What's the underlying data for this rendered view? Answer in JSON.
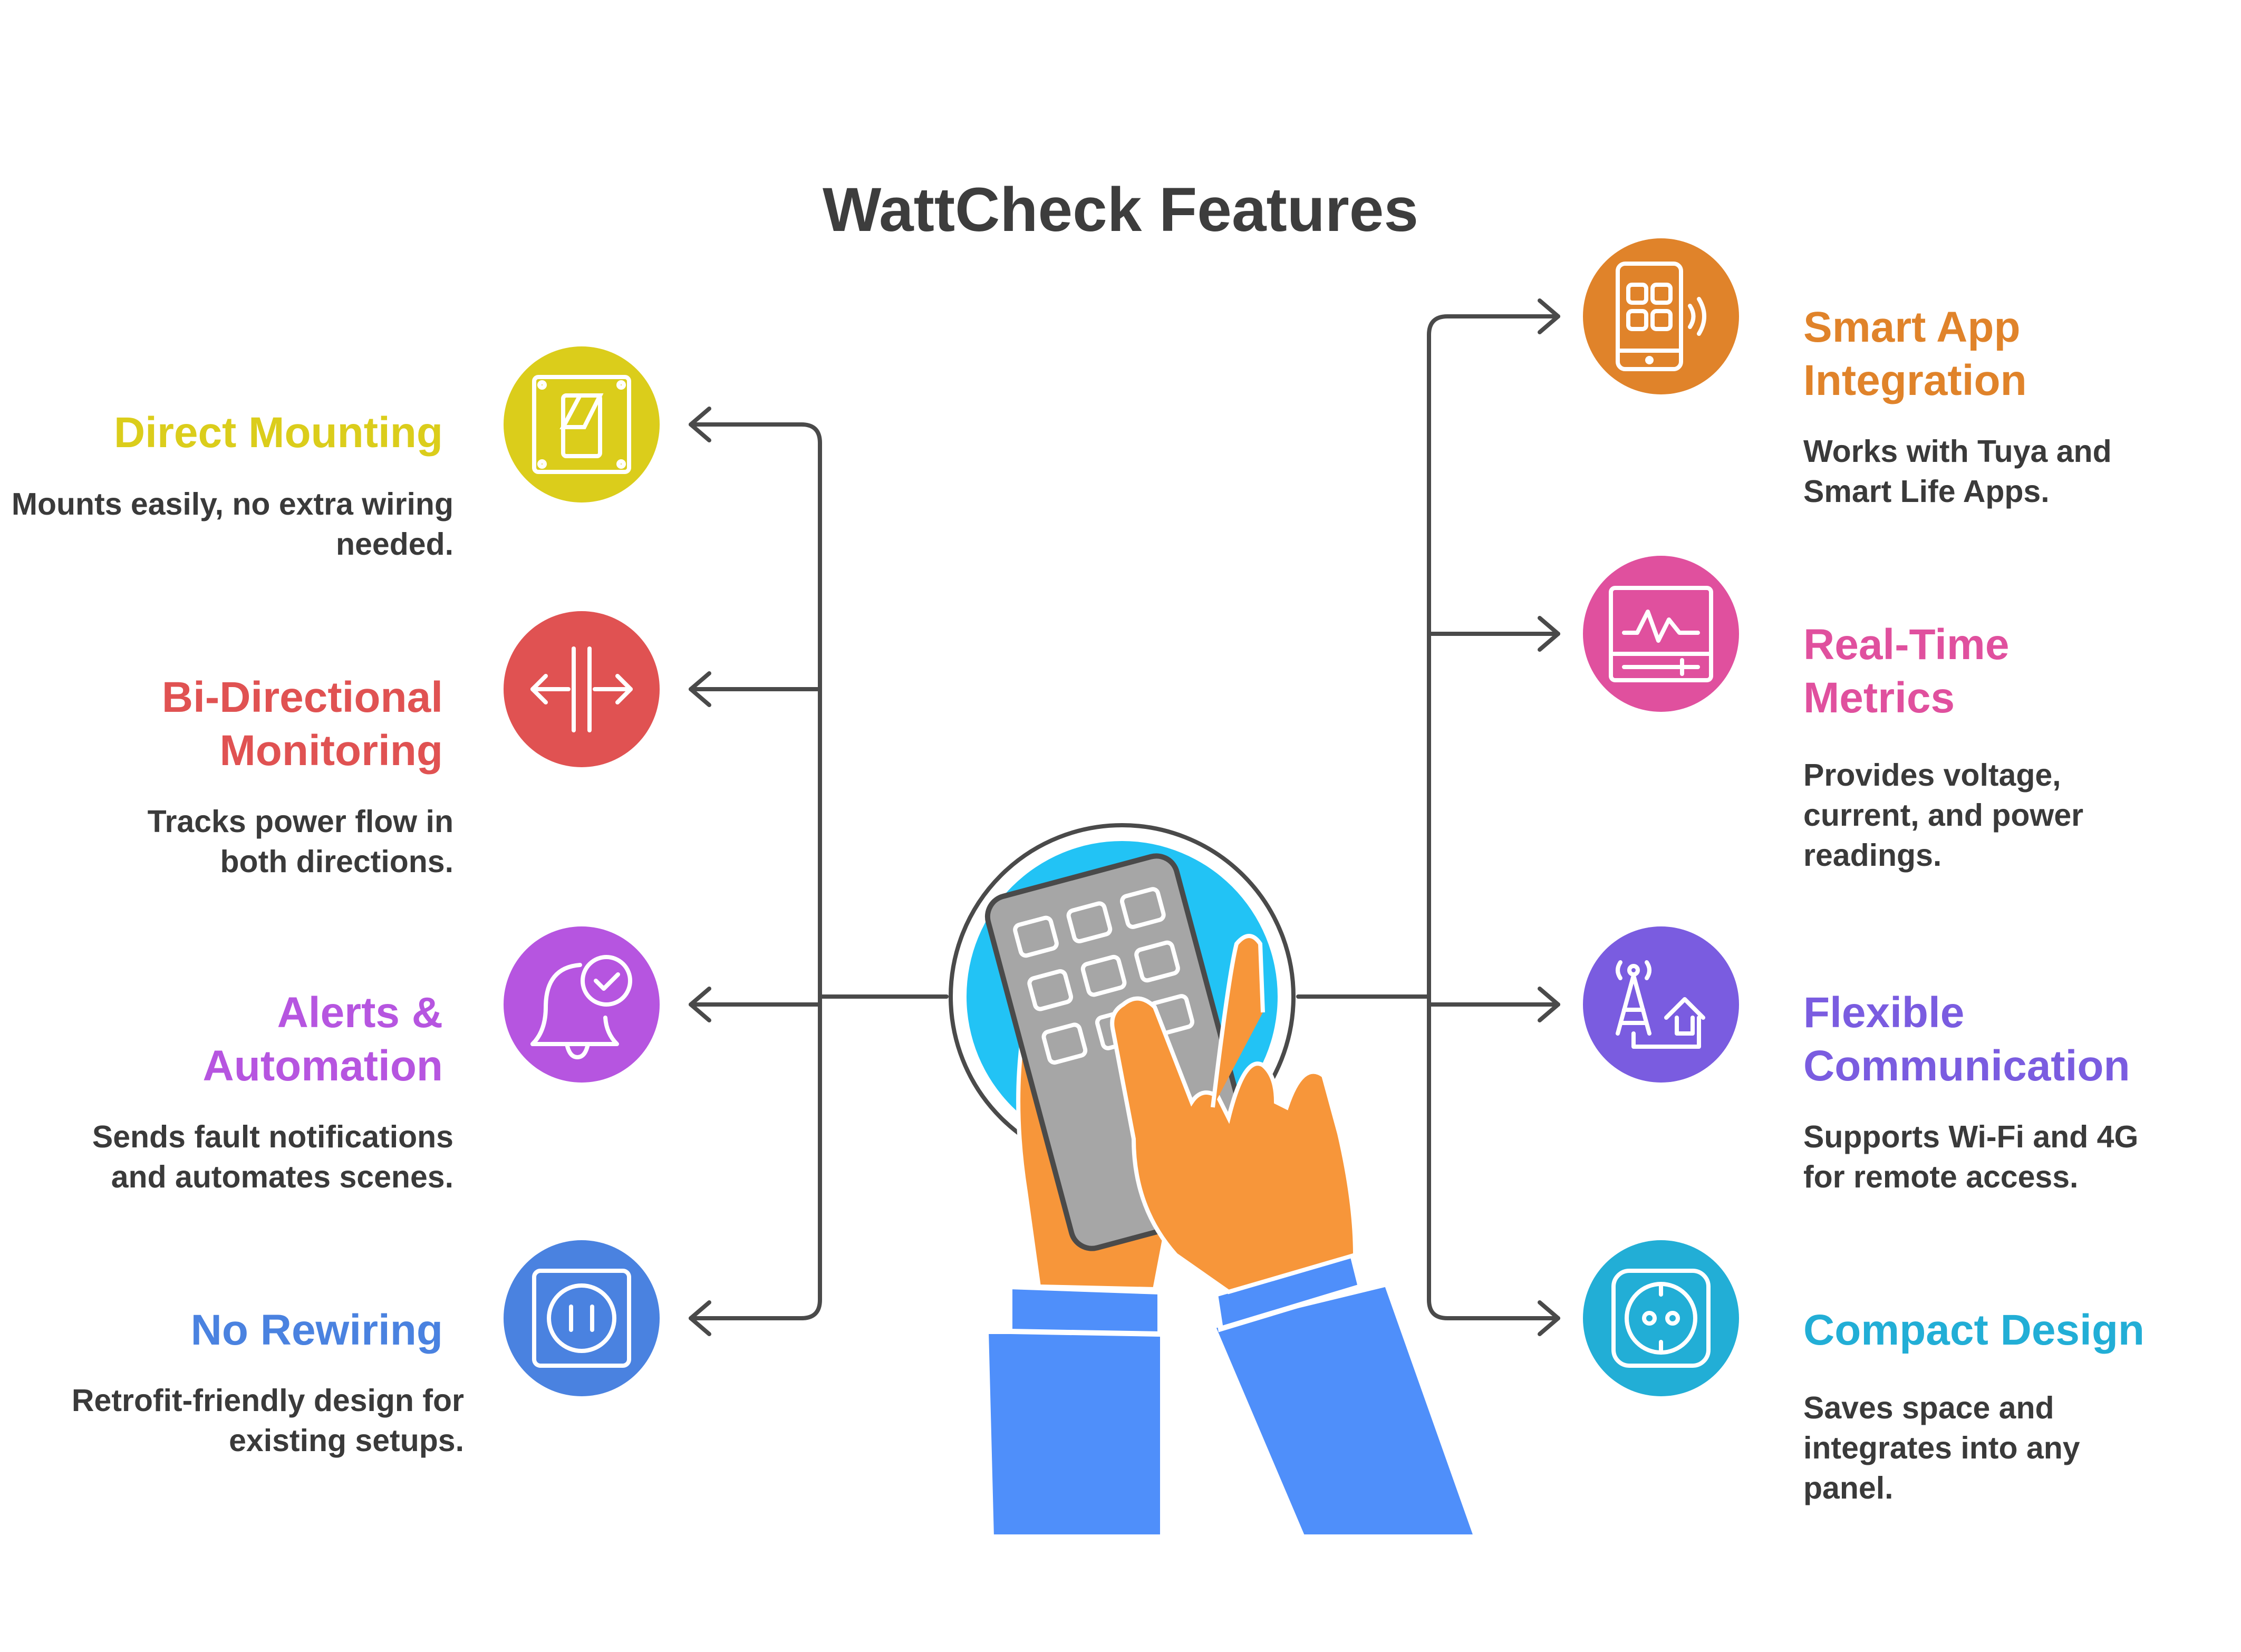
{
  "title": "WattCheck Features",
  "colors": {
    "connector": "#4a4a4a",
    "icon_stroke": "#ffffff",
    "skin": "#f7963a",
    "sleeve": "#4f8ffa",
    "device": "#a6a6a6",
    "device_circle": "#22c3f5"
  },
  "left": [
    {
      "title": "Direct Mounting",
      "desc": "Mounts easily, no extra wiring needed.",
      "color": "#dbcd1b",
      "icon": "switch-icon"
    },
    {
      "title": "Bi-Directional Monitoring",
      "desc": "Tracks power flow in both directions.",
      "color": "#e05252",
      "icon": "bidirectional-arrows-icon"
    },
    {
      "title": "Alerts & Automation",
      "desc": "Sends fault notifications and automates scenes.",
      "color": "#b655e0",
      "icon": "bell-check-icon"
    },
    {
      "title": "No Rewiring",
      "desc": "Retrofit-friendly design for existing setups.",
      "color": "#4a82e0",
      "icon": "outlet-icon"
    }
  ],
  "right": [
    {
      "title": "Smart App Integration",
      "desc": "Works with Tuya and Smart Life Apps.",
      "color": "#e0832a",
      "icon": "smartphone-app-icon"
    },
    {
      "title": "Real-Time Metrics",
      "desc": "Provides voltage, current, and power readings.",
      "color": "#e0509e",
      "icon": "monitor-waveform-icon"
    },
    {
      "title": "Flexible Communication",
      "desc": "Supports Wi-Fi and 4G for remote access.",
      "color": "#7a5ce0",
      "icon": "antenna-house-icon"
    },
    {
      "title": "Compact Design",
      "desc": "Saves space and integrates into any panel.",
      "color": "#22aed6",
      "icon": "socket-icon"
    }
  ]
}
